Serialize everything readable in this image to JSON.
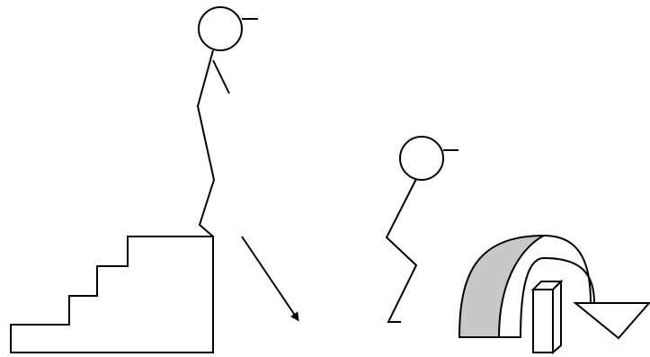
{
  "figure": {
    "background": "#ffffff",
    "line_color": "#000000",
    "arch_fill": "#c8c8c8",
    "elements": [
      {
        "name": "stairs",
        "steps": 4
      },
      {
        "name": "figure-standing-on-stairs"
      },
      {
        "name": "jump-direction-arrow",
        "icon": "arrow-down-right-icon"
      },
      {
        "name": "figure-landing-crouch"
      },
      {
        "name": "curved-jump-arrow",
        "icon": "curved-arrow-icon"
      },
      {
        "name": "obstacle-block"
      }
    ]
  }
}
